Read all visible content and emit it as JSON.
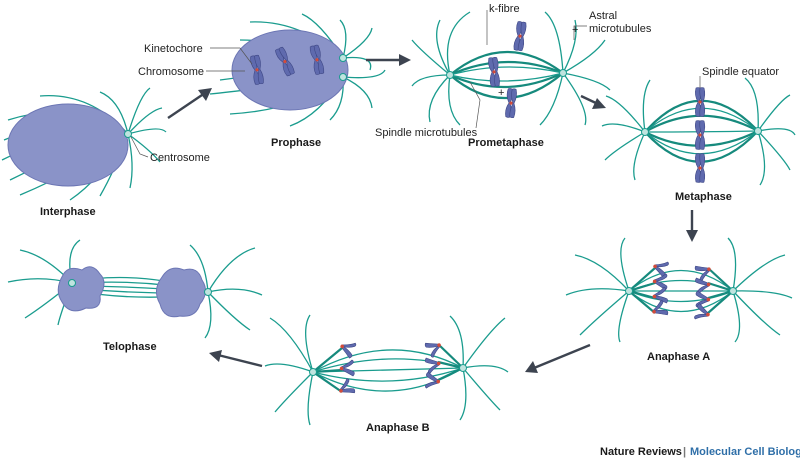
{
  "phases": {
    "interphase": "Interphase",
    "prophase": "Prophase",
    "prometaphase": "Prometaphase",
    "metaphase": "Metaphase",
    "anaphase_a": "Anaphase A",
    "anaphase_b": "Anaphase B",
    "telophase": "Telophase"
  },
  "annotations": {
    "kinetochore": "Kinetochore",
    "chromosome": "Chromosome",
    "centrosome": "Centrosome",
    "k_fibre": "k-fibre",
    "astral_line1": "Astral",
    "astral_line2": "microtubules",
    "spindle_microtubules": "Spindle microtubules",
    "spindle_equator": "Spindle equator",
    "plus_sign": "+"
  },
  "credit": {
    "journal": "Nature Reviews",
    "separator": "|",
    "subject": "Molecular Cell Biology"
  },
  "colors": {
    "microtubule": "#1a9c8e",
    "chromosome": "#5f6aae",
    "nucleus": "#8a93c8",
    "kinetochore": "#d24b3a",
    "arrow": "#3d4450",
    "credit_subject": "#2f6fa8"
  }
}
